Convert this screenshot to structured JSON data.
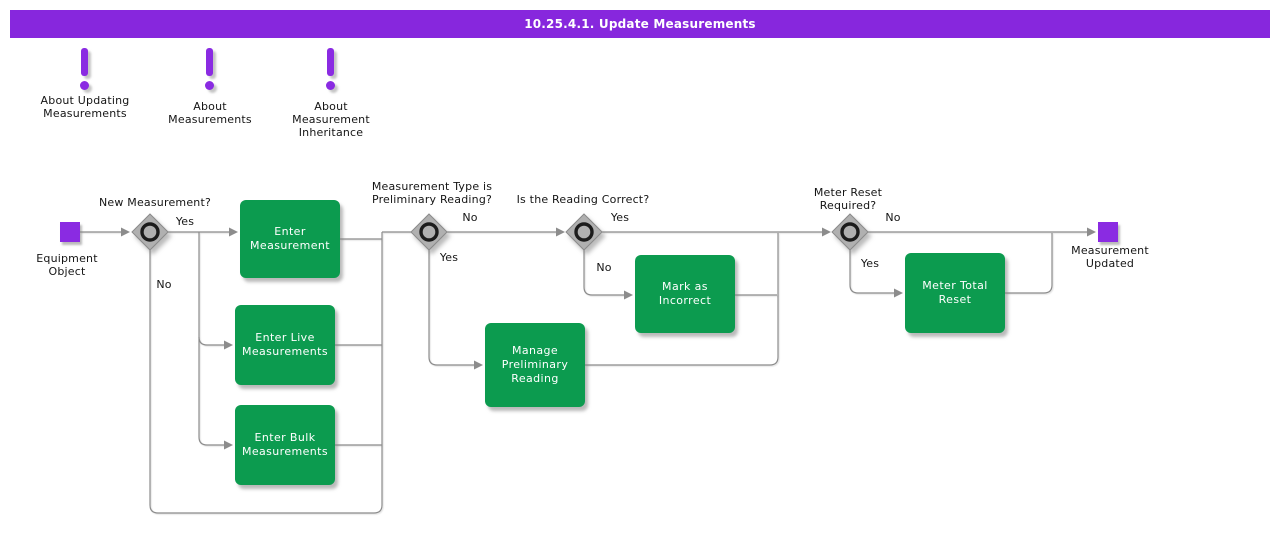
{
  "title_bar": {
    "title": "10.25.4.1. Update Measurements"
  },
  "notes": [
    {
      "label": "About Updating\nMeasurements"
    },
    {
      "label": "About\nMeasurements"
    },
    {
      "label": "About\nMeasurement\nInheritance"
    }
  ],
  "flow": {
    "start_node": {
      "label": "Equipment\nObject"
    },
    "end_node": {
      "label": "Measurement\nUpdated"
    },
    "decisions": [
      {
        "question": "New Measurement?",
        "yes": "Yes",
        "no": "No"
      },
      {
        "question": "Measurement Type is\nPreliminary Reading?",
        "yes": "Yes",
        "no": "No"
      },
      {
        "question": "Is the Reading Correct?",
        "yes": "Yes",
        "no": "No"
      },
      {
        "question": "Meter Reset\nRequired?",
        "yes": "Yes",
        "no": "No"
      }
    ],
    "tasks": [
      {
        "label": "Enter\nMeasurement"
      },
      {
        "label": "Enter Live\nMeasurements"
      },
      {
        "label": "Enter Bulk\nMeasurements"
      },
      {
        "label": "Manage\nPreliminary\nReading"
      },
      {
        "label": "Mark as\nIncorrect"
      },
      {
        "label": "Meter Total\nReset"
      }
    ]
  },
  "colors": {
    "title_bar": "#8727DD",
    "accent_purple": "#8A2BE2",
    "task_green": "#0C9B4F",
    "connector_gray": "#8C8C8C",
    "decision_fill": "#B0B0B0"
  }
}
